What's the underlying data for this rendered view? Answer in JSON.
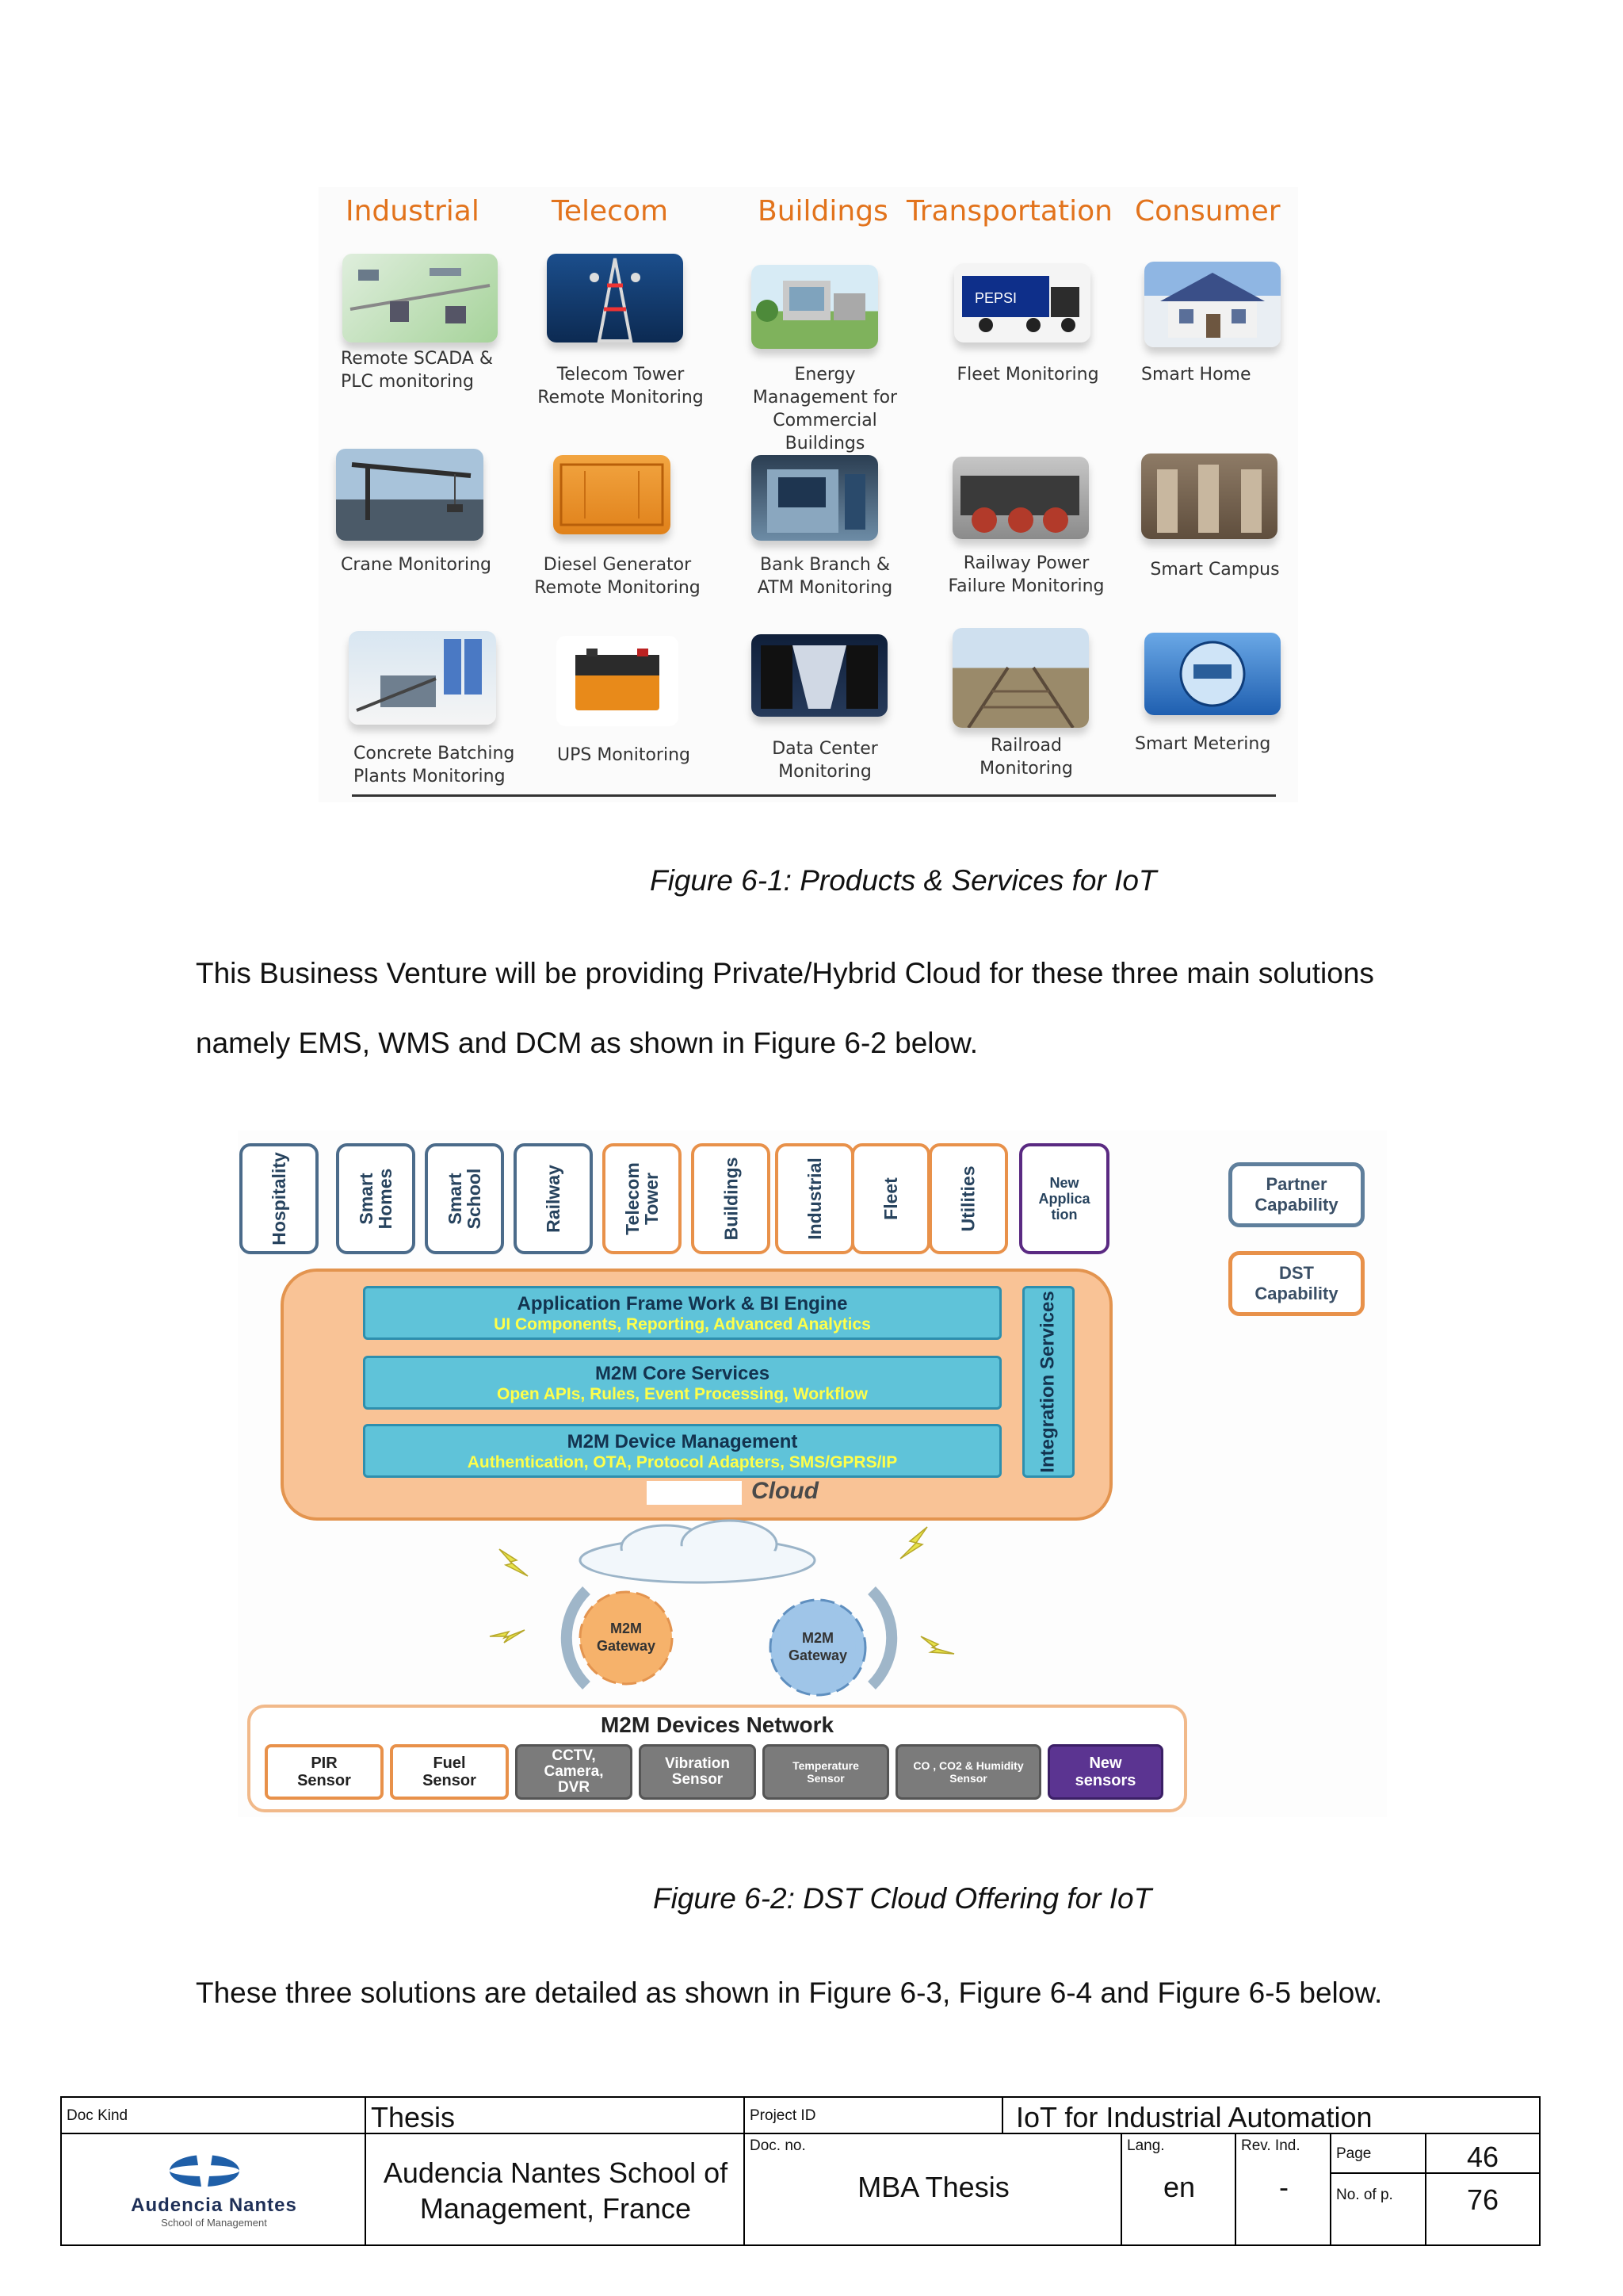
{
  "figure1": {
    "categories": [
      "Industrial",
      "Telecom",
      "Buildings",
      "Transportation",
      "Consumer"
    ],
    "items": [
      {
        "label": "Remote SCADA & PLC monitoring",
        "icon": "scada-image"
      },
      {
        "label": "Telecom Tower Remote Monitoring",
        "icon": "telecom-tower-image"
      },
      {
        "label": "Energy Management for Commercial Buildings",
        "icon": "building-image"
      },
      {
        "label": "Fleet Monitoring",
        "icon": "truck-image"
      },
      {
        "label": "Smart Home",
        "icon": "house-image"
      },
      {
        "label": "Crane Monitoring",
        "icon": "crane-image"
      },
      {
        "label": "Diesel Generator Remote Monitoring",
        "icon": "generator-image"
      },
      {
        "label": "Bank Branch & ATM Monitoring",
        "icon": "atm-image"
      },
      {
        "label": "Railway Power Failure Monitoring",
        "icon": "locomotive-image"
      },
      {
        "label": "Smart Campus",
        "icon": "campus-image"
      },
      {
        "label": "Concrete Batching Plants Monitoring",
        "icon": "concrete-plant-image"
      },
      {
        "label": "UPS Monitoring",
        "icon": "battery-image"
      },
      {
        "label": "Data Center Monitoring",
        "icon": "data-center-image"
      },
      {
        "label": "Railroad Monitoring",
        "icon": "railroad-image"
      },
      {
        "label": "Smart Metering",
        "icon": "meter-image"
      }
    ],
    "caption": "Figure 6-1: Products & Services for IoT"
  },
  "paragraph1": {
    "line1": "This Business Venture will be providing Private/Hybrid Cloud for these three main solutions",
    "line2": "namely EMS, WMS and DCM as shown in Figure 6-2 below."
  },
  "figure2": {
    "industries": [
      "Hospitality",
      "Smart Homes",
      "Smart School",
      "Railway",
      "Telecom Tower",
      "Buildings",
      "Industrial",
      "Fleet",
      "Utilities",
      "New Applica tion"
    ],
    "partner_capability": "Partner Capability",
    "dst_capability": "DST Capability",
    "layers": [
      {
        "title": "Application  Frame Work & BI Engine",
        "sub": "UI Components, Reporting, Advanced Analytics"
      },
      {
        "title": "M2M Core Services",
        "sub": "Open APIs, Rules, Event Processing, Workflow"
      },
      {
        "title": "M2M Device Management",
        "sub": "Authentication, OTA, Protocol Adapters, SMS/GPRS/IP"
      }
    ],
    "integration": "Integration Services",
    "cloud_label": "Cloud",
    "gateway1": "M2M Gateway",
    "gateway2": "M2M Gateway",
    "devices_title": "M2M Devices Network",
    "devices": [
      "PIR Sensor",
      "Fuel Sensor",
      "CCTV, Camera, DVR",
      "Vibration Sensor",
      "Temperature Sensor",
      "CO , CO2 & Humidity Sensor",
      "New sensors"
    ],
    "colors": {
      "orange": "#f9c396",
      "cyan": "#5fc3d9",
      "purple": "#5b3491",
      "grey": "#7b7b7b",
      "gateway_orange": "#f6b26b",
      "gateway_blue": "#9fc5e8"
    },
    "caption": "Figure 6-2: DST Cloud Offering for IoT"
  },
  "paragraph2": "These three solutions are detailed as shown in Figure 6-3, Figure 6-4 and Figure 6-5 below.",
  "footer": {
    "doc_kind_label": "Doc Kind",
    "doc_kind": "Thesis",
    "project_id_label": "Project ID",
    "project_id": "IoT for Industrial Automation",
    "doc_no_label": "Doc. no.",
    "doc_no": "MBA Thesis",
    "lang_label": "Lang.",
    "lang": "en",
    "rev_label": "Rev. Ind.",
    "rev": "-",
    "page_label": "Page",
    "page": "46",
    "nop_label": "No. of p.",
    "nop": "76",
    "school": "Audencia Nantes School of Management, France",
    "logo_name": "Audencia Nantes",
    "logo_sub": "School of Management"
  }
}
